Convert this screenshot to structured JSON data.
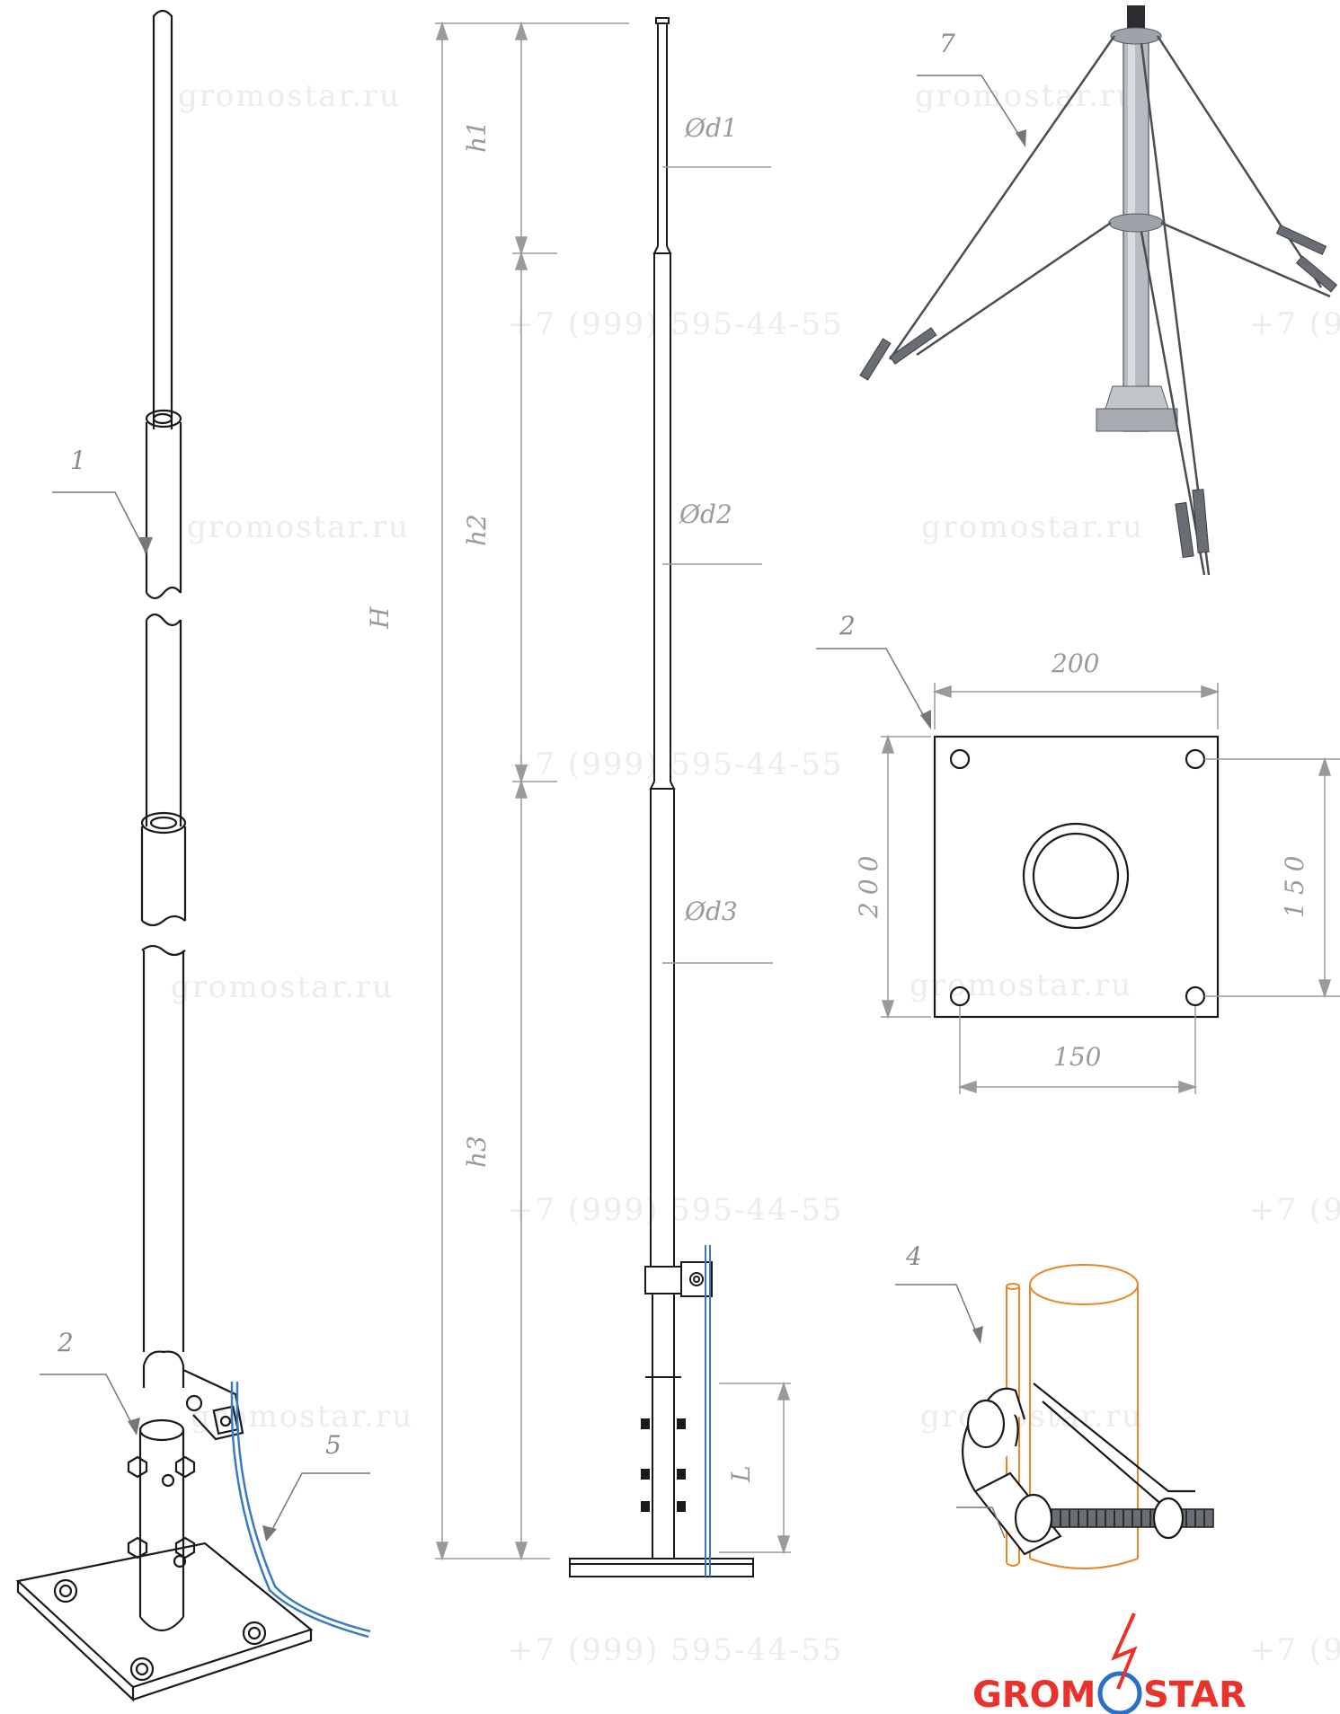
{
  "watermarks": {
    "site": "gromostar.ru",
    "phone": "+7 (999) 595-44-55",
    "phone_partial_1": "+7 (9",
    "phone_partial_2": "+7 (9",
    "phone_partial_3": "+7 (9"
  },
  "callouts": {
    "c1": "1",
    "c2_left": "2",
    "c5": "5",
    "c7": "7",
    "c2_plate": "2",
    "c4": "4"
  },
  "dimensions": {
    "d1": "Ød1",
    "d2": "Ød2",
    "d3": "Ød3",
    "h1": "h1",
    "h2": "h2",
    "h3": "h3",
    "H": "H",
    "L": "L",
    "plate_width": "200",
    "plate_height": "200",
    "hole_spacing_x": "150",
    "hole_spacing_y": "150"
  },
  "logo": {
    "text_left": "GROM",
    "text_right": "STAR"
  },
  "colors": {
    "line": "#1a1a1a",
    "dim_line": "#9a9a9a",
    "wire_blue": "#3a7bbf",
    "clamp_orange": "#e8862a",
    "logo_red": "#e8322b",
    "logo_blue": "#2a6fc9"
  }
}
